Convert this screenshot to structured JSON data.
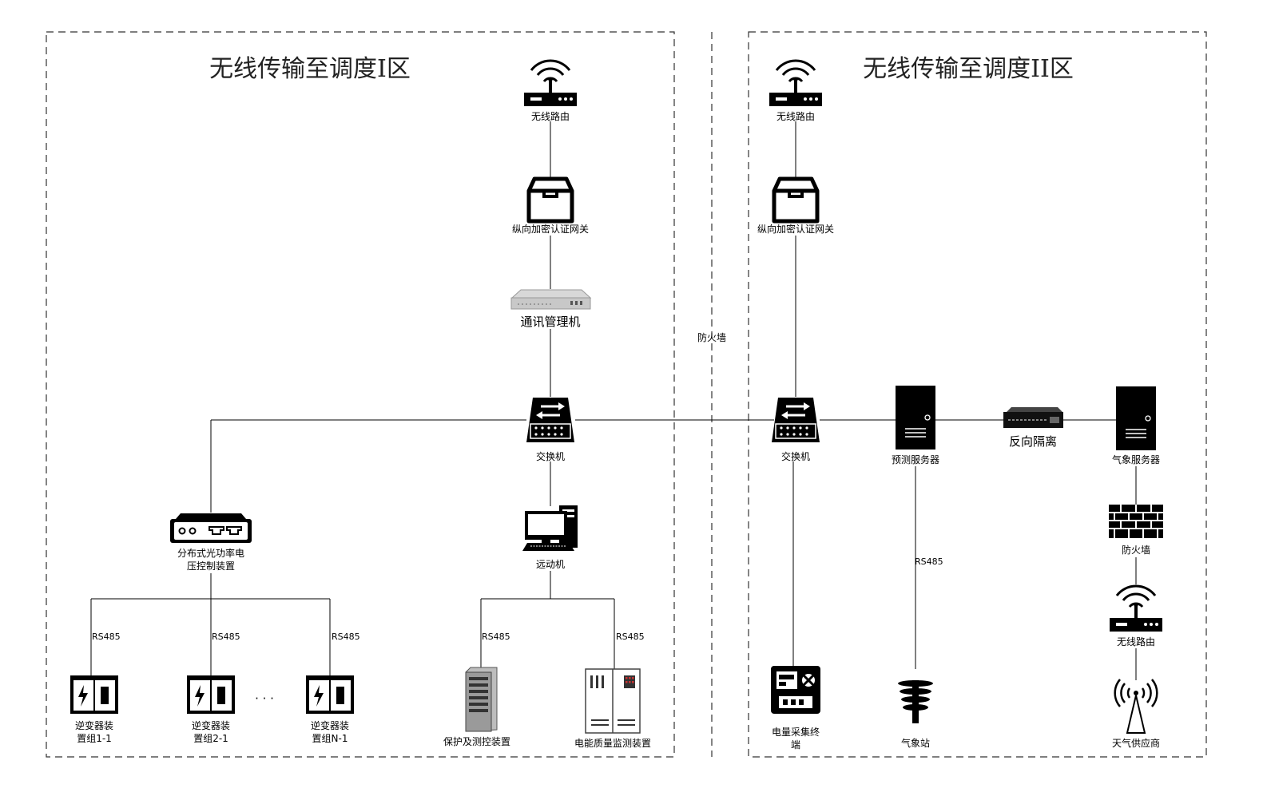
{
  "zones": {
    "zone1_title": "无线传输至调度I区",
    "zone2_title": "无线传输至调度II区",
    "separator_label": "防火墙"
  },
  "zone1": {
    "router": "无线路由",
    "gateway": "纵向加密认证网关",
    "comm_manager": "通讯管理机",
    "switch": "交换机",
    "pv_controller_line1": "分布式光功率电",
    "pv_controller_line2": "压控制装置",
    "remote_unit": "远动机",
    "inverters": [
      {
        "line1": "逆变器装",
        "line2": "置组1-1"
      },
      {
        "line1": "逆变器装",
        "line2": "置组2-1"
      },
      {
        "line1": "逆变器装",
        "line2": "置组N-1"
      }
    ],
    "ellipsis": "· · ·",
    "protection": "保护及测控装置",
    "power_quality": "电能质量监测装置",
    "rs485": "RS485"
  },
  "zone2": {
    "router": "无线路由",
    "gateway": "纵向加密认证网关",
    "switch": "交换机",
    "forecast_server": "预测服务器",
    "reverse_isolation": "反向隔离",
    "weather_server": "气象服务器",
    "firewall": "防火墙",
    "router2": "无线路由",
    "meter_line1": "电量采集终",
    "meter_line2": "端",
    "weather_station": "气象站",
    "weather_provider": "天气供应商",
    "rs485": "RS485"
  }
}
